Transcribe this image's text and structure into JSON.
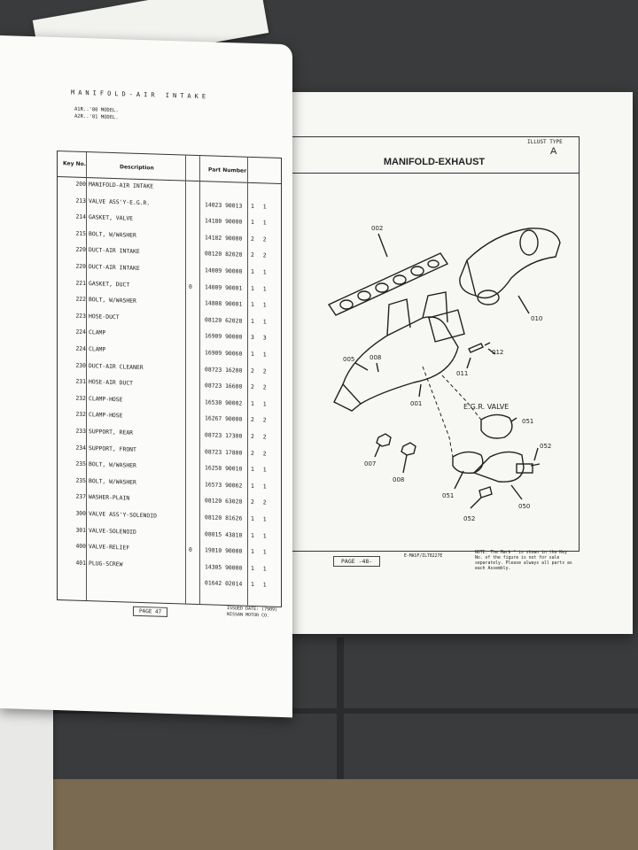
{
  "left_page": {
    "header": "MANIFOLD-AIR INTAKE",
    "models": [
      "A1R..'80 MODEL.",
      "A2R..'81 MODEL."
    ],
    "columns": {
      "key": "Key No.",
      "description": "Description",
      "part": "Part Number"
    },
    "rows": [
      {
        "key": "200",
        "desc": "MANIFOLD-AIR INTAKE",
        "mark": "",
        "part": "",
        "qty": ""
      },
      {
        "key": "213",
        "desc": "VALVE ASS'Y-E.G.R.",
        "mark": "",
        "part": "14023 90013",
        "qty": "1 1"
      },
      {
        "key": "214",
        "desc": "GASKET, VALVE",
        "mark": "",
        "part": "14180 90000",
        "qty": "1 1"
      },
      {
        "key": "215",
        "desc": "BOLT, W/WASHER",
        "mark": "",
        "part": "14182 90000",
        "qty": "2 2"
      },
      {
        "key": "220",
        "desc": "DUCT-AIR INTAKE",
        "mark": "",
        "part": "08120 82028",
        "qty": "2 2"
      },
      {
        "key": "220",
        "desc": "DUCT-AIR INTAKE",
        "mark": "",
        "part": "14009 90000",
        "qty": "1 1"
      },
      {
        "key": "221",
        "desc": "GASKET, DUCT",
        "mark": "0",
        "part": "14009 90001",
        "qty": "1 1"
      },
      {
        "key": "222",
        "desc": "BOLT, W/WASHER",
        "mark": "",
        "part": "14808 90001",
        "qty": "1 1"
      },
      {
        "key": "223",
        "desc": "HOSE-DUCT",
        "mark": "",
        "part": "08120 62028",
        "qty": "1 1"
      },
      {
        "key": "224",
        "desc": "CLAMP",
        "mark": "",
        "part": "16909 90000",
        "qty": "3 3"
      },
      {
        "key": "224",
        "desc": "CLAMP",
        "mark": "",
        "part": "16909 90060",
        "qty": "1 1"
      },
      {
        "key": "230",
        "desc": "DUCT-AIR CLEANER",
        "mark": "",
        "part": "08723 16200",
        "qty": "2 2"
      },
      {
        "key": "231",
        "desc": "HOSE-AIR DUCT",
        "mark": "",
        "part": "08723 16600",
        "qty": "2 2"
      },
      {
        "key": "232",
        "desc": "CLAMP-HOSE",
        "mark": "",
        "part": "16530 90002",
        "qty": "1 1"
      },
      {
        "key": "232",
        "desc": "CLAMP-HOSE",
        "mark": "",
        "part": "16267 90000",
        "qty": "2 2"
      },
      {
        "key": "233",
        "desc": "SUPPORT, REAR",
        "mark": "",
        "part": "08723 17300",
        "qty": "2 2"
      },
      {
        "key": "234",
        "desc": "SUPPORT, FRONT",
        "mark": "",
        "part": "08723 17800",
        "qty": "2 2"
      },
      {
        "key": "235",
        "desc": "BOLT, W/WASHER",
        "mark": "",
        "part": "16258 90010",
        "qty": "1 1"
      },
      {
        "key": "235",
        "desc": "BOLT, W/WASHER",
        "mark": "",
        "part": "16573 90062",
        "qty": "1 1"
      },
      {
        "key": "237",
        "desc": "WASHER-PLAIN",
        "mark": "",
        "part": "08120 63028",
        "qty": "2 2"
      },
      {
        "key": "300",
        "desc": "VALVE ASS'Y-SOLENOID",
        "mark": "",
        "part": "08120 81626",
        "qty": "1 1"
      },
      {
        "key": "301",
        "desc": "VALVE-SOLENOID",
        "mark": "",
        "part": "08015 43810",
        "qty": "1 1"
      },
      {
        "key": "400",
        "desc": "VALVE-RELIEF",
        "mark": "0",
        "part": "19810 90000",
        "qty": "1 1"
      },
      {
        "key": "401",
        "desc": "PLUG-SCREW",
        "mark": "",
        "part": "14305 90000",
        "qty": "1 1"
      },
      {
        "key": "",
        "desc": "",
        "mark": "",
        "part": "01642 02014",
        "qty": "1 1"
      }
    ],
    "footer_page": "PAGE 47",
    "footer_note": "ISSUED DATE: (7909) NISSAN MOTOR CO."
  },
  "right_page": {
    "title": "MANIFOLD-EXHAUST",
    "illust_label": "ILLUST TYPE",
    "illust_type": "A",
    "egr_label": "E.G.R. VALVE",
    "callouts": [
      "002",
      "010",
      "005",
      "008",
      "012",
      "011",
      "001",
      "007",
      "008",
      "051",
      "052",
      "051",
      "050",
      "052"
    ],
    "page": "PAGE -48-",
    "note": "NOTE: The Mark * is shown in the Key No. of the figure is not for sale separately. Please always all parts as each Assembly.",
    "sub": "E-MASF/ILT8227E"
  }
}
